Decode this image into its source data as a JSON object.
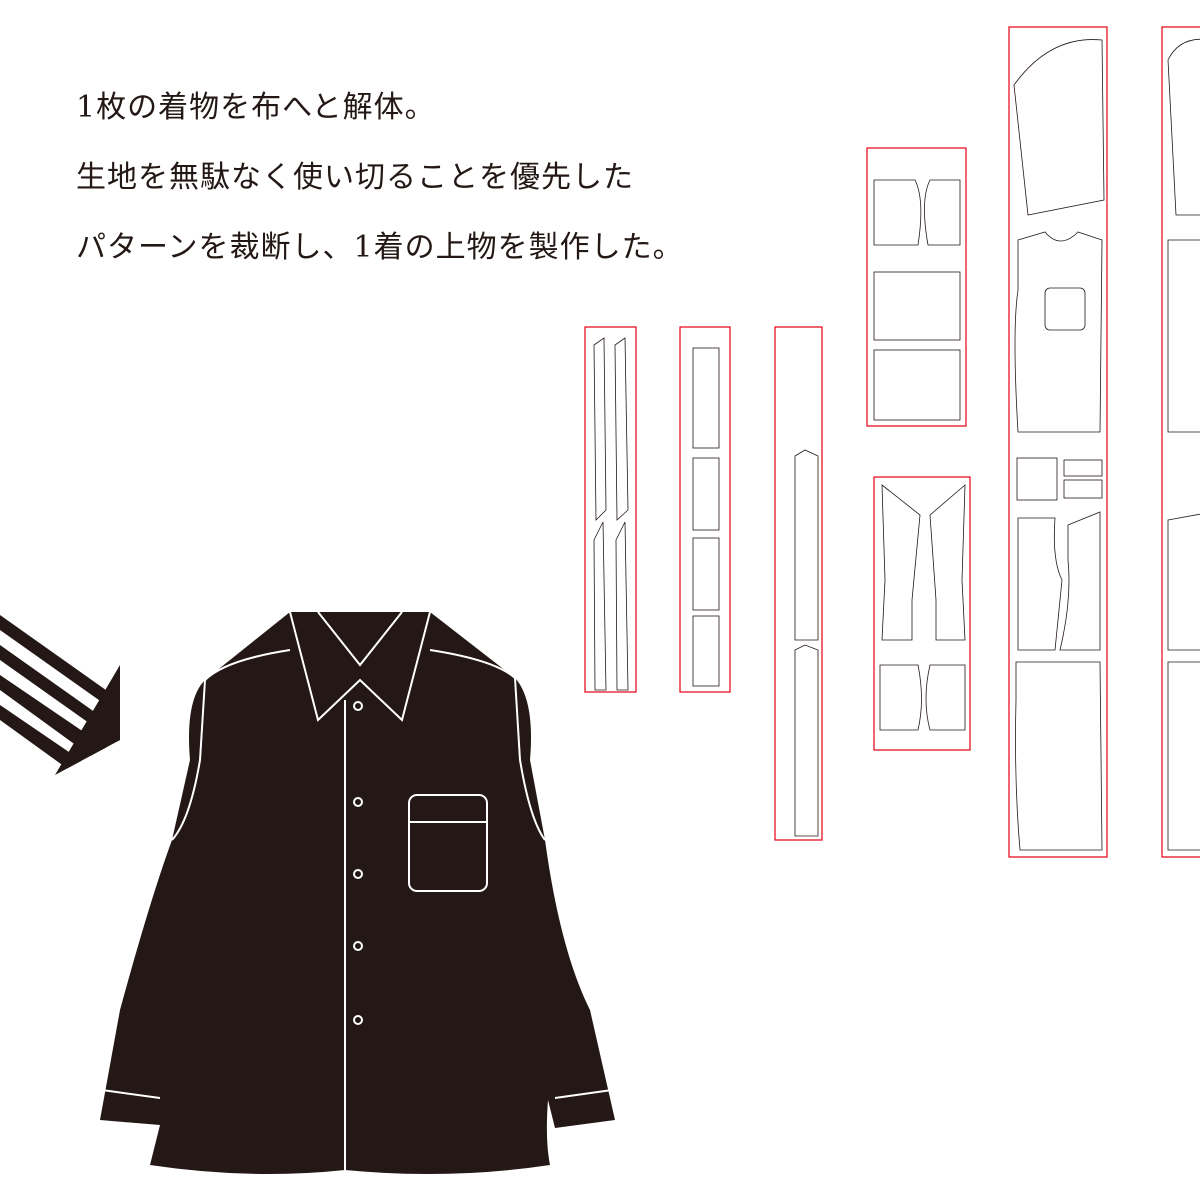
{
  "copy": {
    "line1": "1枚の着物を布へと解体。",
    "line2": "生地を無駄なく使い切ることを優先した",
    "line3": "パターンを裁断し、1着の上物を製作した。"
  },
  "colors": {
    "shirt": "#231815",
    "frame": "#e60012",
    "line": "#231815"
  },
  "icons": [
    "striped-arrow-icon",
    "shirt-illustration",
    "sewing-pattern-sheets"
  ]
}
